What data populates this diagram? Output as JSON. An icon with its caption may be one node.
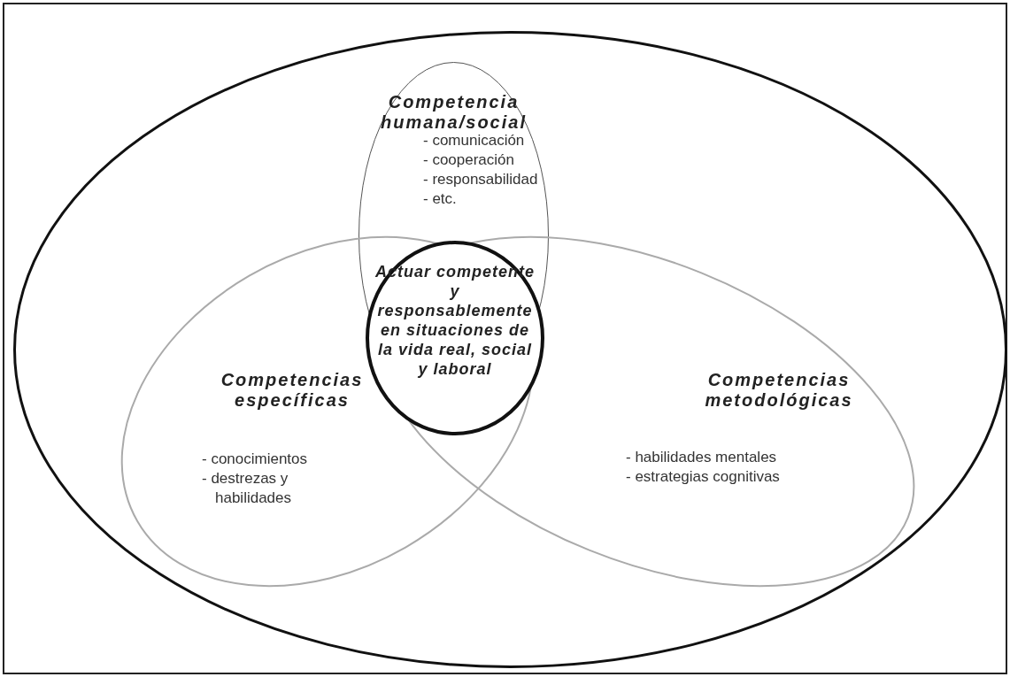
{
  "diagram": {
    "nodes": [
      {
        "text": [],
        "shape": "ellipse"
      },
      {
        "text": [
          "Competencia humana/social",
          "- comunicación",
          "- cooperación",
          "- responsabilidad",
          "- etc."
        ],
        "in": 0
      },
      {
        "text": [
          "Competencias específicas",
          "- conocimientos",
          "- destrezas y habilidades"
        ],
        "in": 0
      },
      {
        "text": [
          "Competencias metodológicas",
          "- habilidades mentales",
          "- estrategias cognitivas"
        ],
        "in": 0
      },
      {
        "text": [
          "Actuar competente y responsablemente en situaciones de la vida real, social y laboral"
        ]
      }
    ]
  }
}
